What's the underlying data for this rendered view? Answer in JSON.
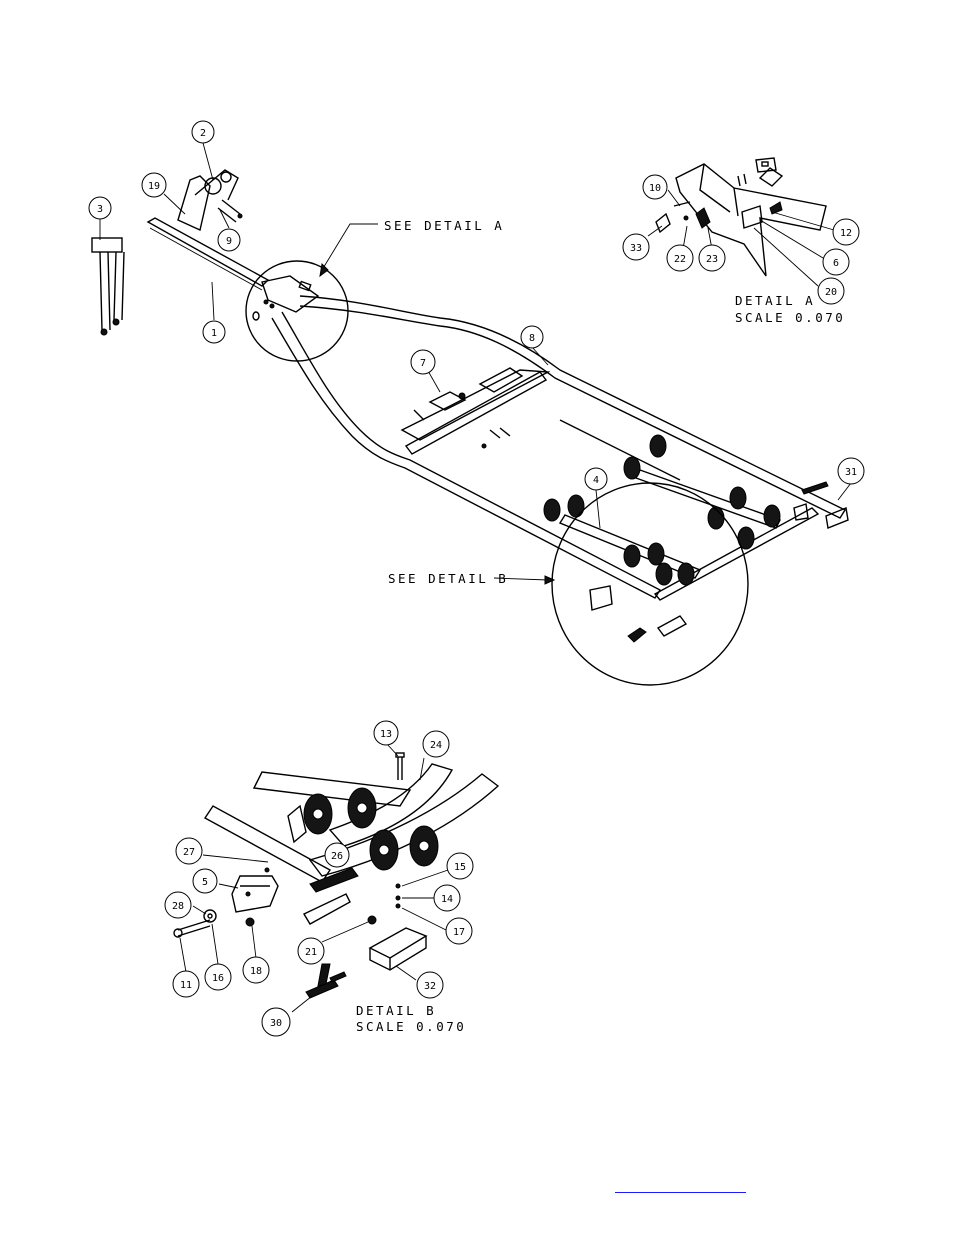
{
  "colors": {
    "ink": "#000000",
    "link": "#1a1aff",
    "paper": "#ffffff"
  },
  "notes": {
    "see_detail_a": "SEE DETAIL A",
    "see_detail_b": "SEE DETAIL B",
    "detail_a_title": "DETAIL A",
    "detail_a_scale": "SCALE 0.070",
    "detail_b_title": "DETAIL B",
    "detail_b_scale": "SCALE 0.070"
  },
  "callouts": [
    "2",
    "19",
    "3",
    "9",
    "1",
    "10",
    "33",
    "22",
    "23",
    "12",
    "6",
    "20",
    "7",
    "8",
    "31",
    "4",
    "13",
    "24",
    "27",
    "26",
    "15",
    "5",
    "14",
    "28",
    "17",
    "21",
    "16",
    "18",
    "11",
    "32",
    "30"
  ]
}
